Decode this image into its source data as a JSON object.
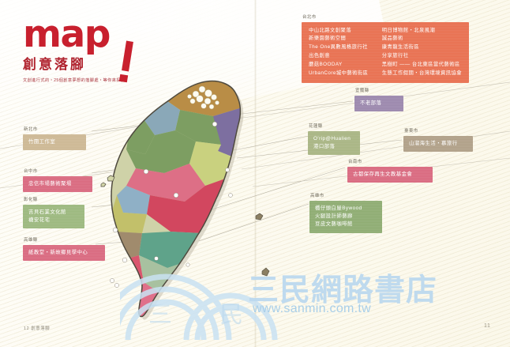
{
  "masthead": {
    "title": "map",
    "subtitle": "創意落腳",
    "description": "文創進行式的・25個創意夢想的落腳處・等你來探訪。"
  },
  "watermark": {
    "text": "三民網路書店",
    "url": "www.sanmin.com.tw"
  },
  "footer": {
    "page_left": "12 創意落腳",
    "page_right": "11"
  },
  "taipei_panel": {
    "region": "台北市",
    "color": "#e8705 0",
    "accent": "#e87050",
    "column_left": [
      "中山北路文創聚落",
      "新樂園藝術空間",
      "The One異數風格旅行社",
      "出色創意",
      "蘑菇BOODAY",
      "UrbanCore城中藝術街區"
    ],
    "column_right": [
      "明日博物館・北泉風潮",
      "誠品藝術",
      "康青龍生活街區",
      "分享旅行社",
      "黑樹町 —— 台北東區當代藝術區",
      "生態工作假期・台灣環境資訊協會"
    ]
  },
  "callouts": [
    {
      "id": "newtaipei",
      "region": "新北市",
      "color": "#cdb894",
      "lines": [
        "竹圍工作室"
      ]
    },
    {
      "id": "taichung",
      "region": "台中市",
      "color": "#d9697f",
      "lines": [
        "忠信市場藝術聚場"
      ]
    },
    {
      "id": "changhua",
      "region": "彰化縣",
      "color": "#9cb87e",
      "lines": [
        "吉貝石業文化館",
        "襪安花宅"
      ]
    },
    {
      "id": "kaohsiung-county",
      "region": "高雄縣",
      "color": "#d9697f",
      "lines": [
        "紙教堂・新故鄉見學中心"
      ]
    },
    {
      "id": "yilan",
      "region": "宜蘭縣",
      "color": "#9b88ad",
      "lines": [
        "不老部落"
      ]
    },
    {
      "id": "hualien",
      "region": "花蓮縣",
      "color": "#a8b583",
      "lines": [
        "O'rip@Hualien",
        "港口部落"
      ]
    },
    {
      "id": "taitung",
      "region": "臺東市",
      "color": "#b0a088",
      "lines": [
        "山溜海生活・慕旅行"
      ]
    },
    {
      "id": "tainan",
      "region": "台南市",
      "color": "#d9697f",
      "lines": [
        "古都保存再生文教基金會"
      ]
    },
    {
      "id": "kaohsiung-city",
      "region": "高雄市",
      "color": "#8eac72",
      "lines": [
        "橋仔頭白屋Bywood",
        "火腿設計師藝廊",
        "豆皮文藝咖啡館"
      ]
    }
  ],
  "map": {
    "name": "taiwan-map",
    "region_colors": [
      "#b98d46",
      "#e1a14a",
      "#7d6fa0",
      "#8aa8b8",
      "#7d9e62",
      "#aac27f",
      "#dd6f86",
      "#c9d17f",
      "#8fb0c6",
      "#c2c06a",
      "#d2475f",
      "#9a9a5e",
      "#a08b6d",
      "#d9566e",
      "#5fa38a",
      "#8bbfae",
      "#e0708a",
      "#a8c1a0",
      "#c89a86"
    ],
    "marker_count": 11
  }
}
